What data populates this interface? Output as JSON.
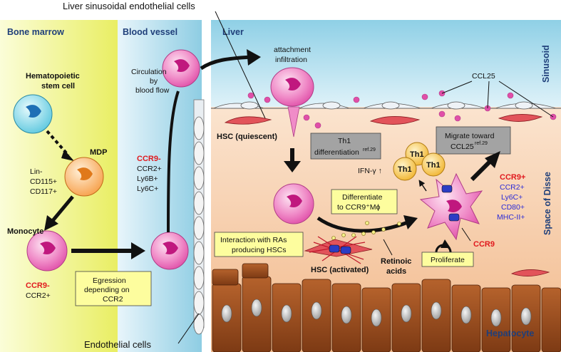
{
  "title_top": "Liver sinusoidal endothelial cells",
  "title_bottom": "Endothelial cells",
  "regions": {
    "bone_marrow": "Bone marrow",
    "blood_vessel": "Blood vessel",
    "liver": "Liver",
    "sinusoid": "Sinusoid",
    "space_of_disse": "Space of Disse",
    "hepatocyte": "Hepatocyte"
  },
  "bone_marrow": {
    "hsc_line1": "Hematopoietic",
    "hsc_line2": "stem cell",
    "mdp": "MDP",
    "mdp_markers": [
      "Lin-",
      "CD115+",
      "CD117+"
    ],
    "monocyte": "Monocyte",
    "mono_ccr9": "CCR9-",
    "mono_ccr2": "CCR2+"
  },
  "blood_vessel": {
    "circulation": [
      "Circulation",
      "by",
      "blood flow"
    ],
    "ccr9": "CCR9-",
    "markers": [
      "CCR2+",
      "Ly6B+",
      "Ly6C+"
    ],
    "egression": [
      "Egression",
      "depending on",
      "CCR2"
    ]
  },
  "liver": {
    "attachment": "attachment",
    "infiltration": "infiltration",
    "ccl25": "CCL25",
    "hsc_quiescent": "HSC (quiescent)",
    "th1_diff": "Th1",
    "th1_diff2": "differentiation",
    "th1_ref": "ref.29",
    "migrate": "Migrate toward",
    "migrate2": "CCL25",
    "migrate_ref": "ref.29",
    "ifn": "IFN-γ ↑",
    "th1": "Th1",
    "differentiate": "Differentiate",
    "differentiate2": "to CCR9⁺Mϕ",
    "interaction": "Interaction with RAs",
    "interaction2": "producing HSCs",
    "hsc_activated": "HSC (activated)",
    "retinoic": "Retinoic",
    "retinoic2": "acids",
    "proliferate": "Proliferate",
    "ccr9_label": "CCR9",
    "mac_ccr9": "CCR9+",
    "mac_markers": [
      "CCR2+",
      "Ly6C+",
      "CD80+",
      "MHC-II+"
    ]
  },
  "colors": {
    "bone_marrow_bg": "#eef27a",
    "vessel_bg": "#a9d8ea",
    "sinusoid_bg": "#bfe3f0",
    "disse_bg": "#f6cba5",
    "hepatocyte": "#9a4a1e",
    "marker_red": "#e0191e",
    "marker_blue": "#2b2bd6",
    "title_blue": "#1f3f7a"
  }
}
